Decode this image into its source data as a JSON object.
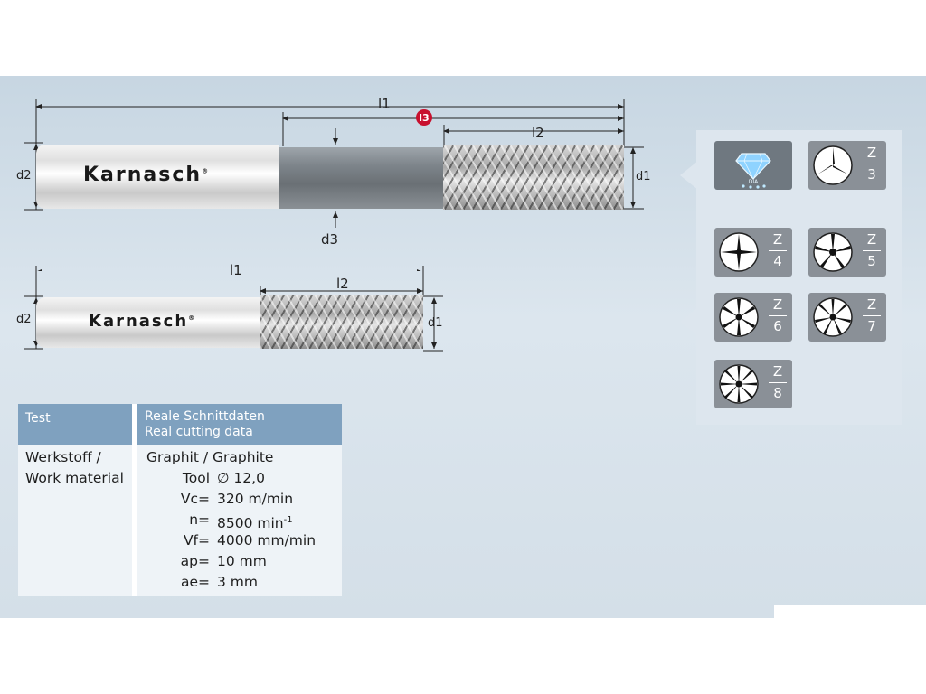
{
  "drawing": {
    "brand": "Karnasch",
    "brand_mark": "®",
    "tool1": {
      "l1": "l1",
      "l2": "l2",
      "l3": "l3",
      "d1": "d1",
      "d2": "d2",
      "d3": "d3"
    },
    "tool2": {
      "l1": "l1",
      "l2": "l2",
      "d1": "d1",
      "d2": "d2"
    }
  },
  "flute_icons": {
    "dia_label": "DIA",
    "z_label": "Z",
    "counts": [
      "3",
      "4",
      "5",
      "6",
      "7",
      "8"
    ]
  },
  "table": {
    "header_left": "Test",
    "header_right_line1": "Reale Schnittdaten",
    "header_right_line2": "Real cutting data",
    "material_label_line1": "Werkstoff /",
    "material_label_line2": "Work material",
    "material_value": "Graphit / Graphite",
    "params": [
      {
        "label": "Tool",
        "value": "∅ 12,0"
      },
      {
        "label": "Vc=",
        "value": "320 m/min"
      },
      {
        "label": "n=",
        "value": "8500 min",
        "sup": "-1"
      },
      {
        "label": "Vf=",
        "value": "4000 mm/min"
      },
      {
        "label": "ap=",
        "value": "10 mm"
      },
      {
        "label": "ae=",
        "value": "3 mm"
      }
    ]
  },
  "colors": {
    "header_blue": "#7fa1bf",
    "badge_red": "#c8102e",
    "tile_grey": "#8a9097"
  }
}
